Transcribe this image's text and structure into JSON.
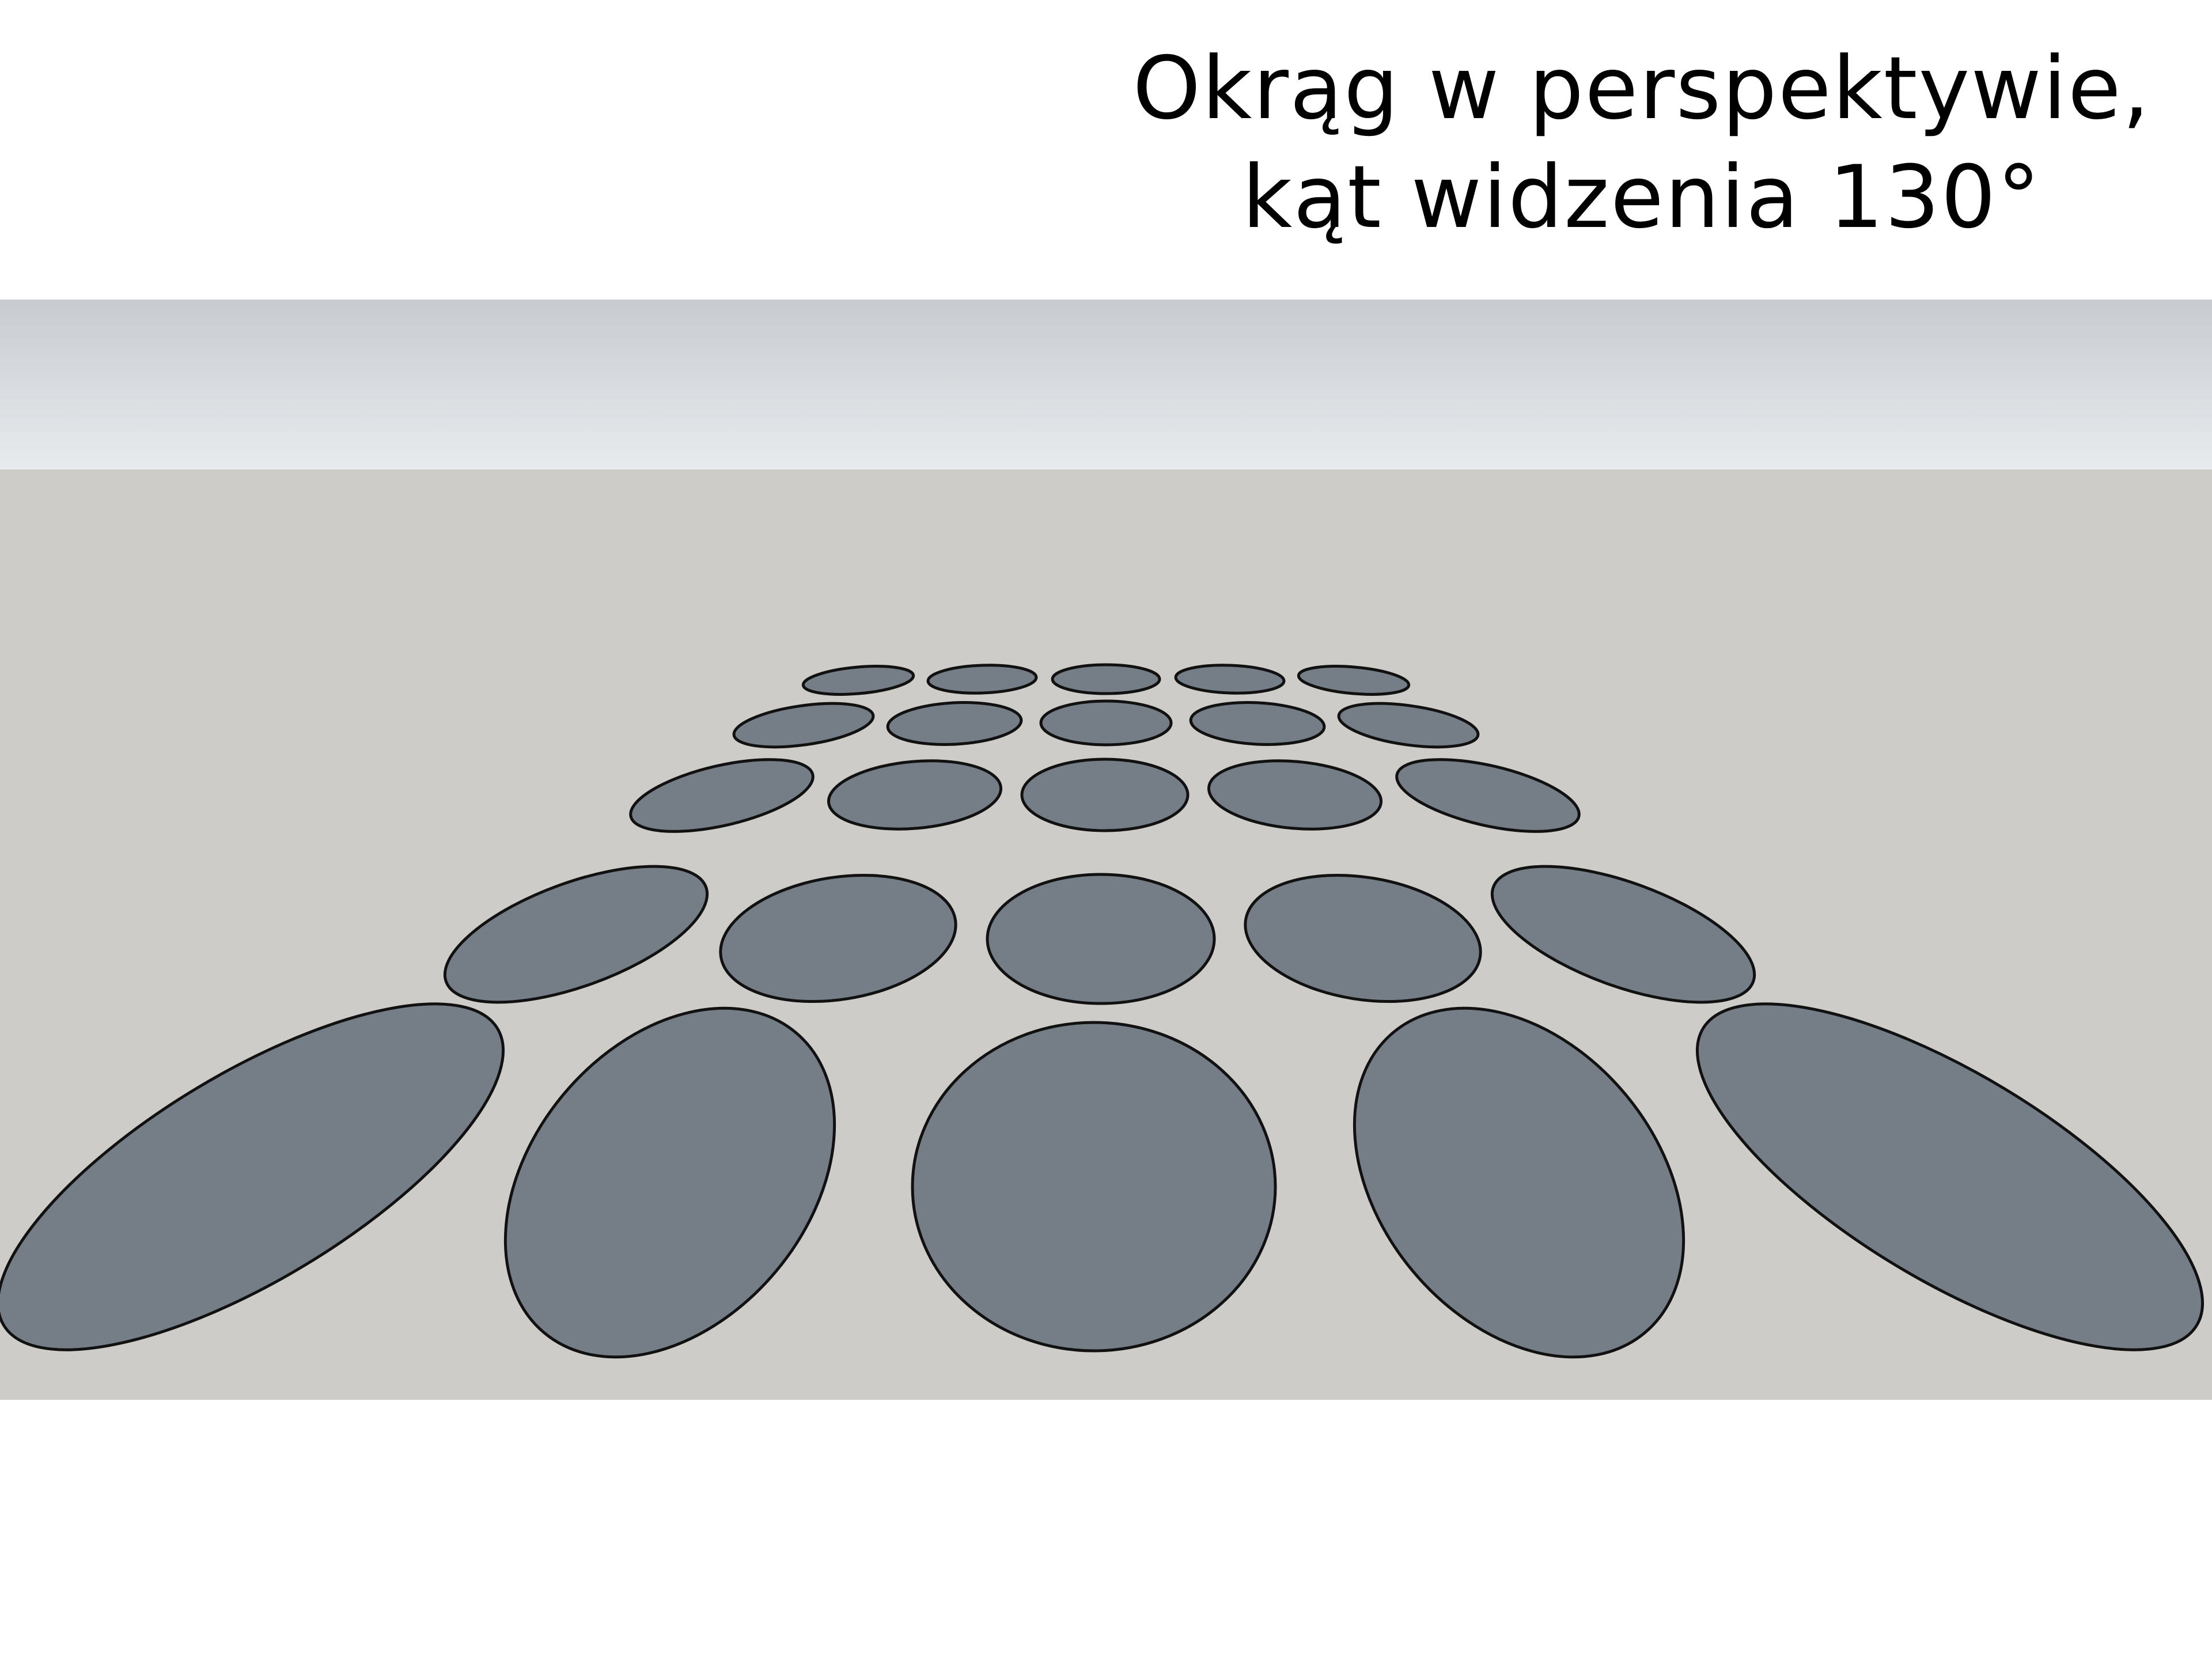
{
  "slide": {
    "title_line_1": "Okrąg w perspektywie,",
    "title_line_2": "kąt widzenia 130°"
  },
  "scene": {
    "sky_colors": [
      "#c8ccd0",
      "#e8ebee"
    ],
    "ground_color": "#cdccc8",
    "circle_fill": "#757e86",
    "circle_stroke": "#111111",
    "circle_grid": {
      "rows": 5,
      "columns": 5
    }
  }
}
